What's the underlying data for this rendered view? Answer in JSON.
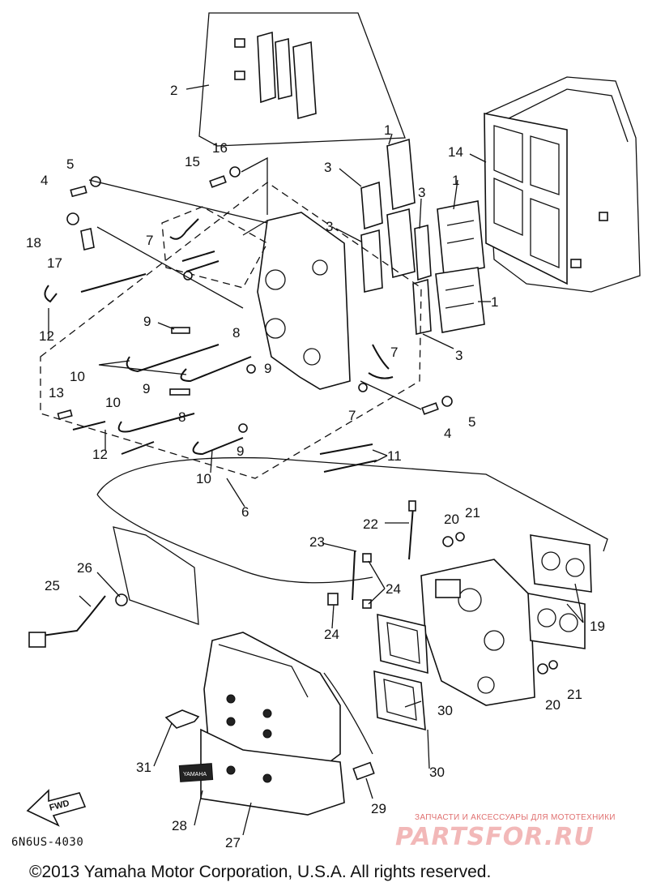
{
  "diagram": {
    "callouts": [
      "1",
      "2",
      "3",
      "4",
      "5",
      "6",
      "7",
      "8",
      "9",
      "10",
      "11",
      "12",
      "13",
      "14",
      "15",
      "16",
      "17",
      "18",
      "19",
      "20",
      "21",
      "22",
      "23",
      "24",
      "25",
      "26",
      "27",
      "28",
      "29",
      "30",
      "31"
    ],
    "fwd_label": "FWD",
    "emblem_text": "YAMAHA",
    "code": "6N6US-4030"
  },
  "footer": {
    "copyright": "©2013 Yamaha Motor Corporation, U.S.A. All rights reserved."
  },
  "watermark": {
    "tagline": "ЗАПЧАСТИ И АКСЕССУАРЫ ДЛЯ МОТОТЕХНИКИ",
    "logo": "PARTSFOR.RU"
  }
}
